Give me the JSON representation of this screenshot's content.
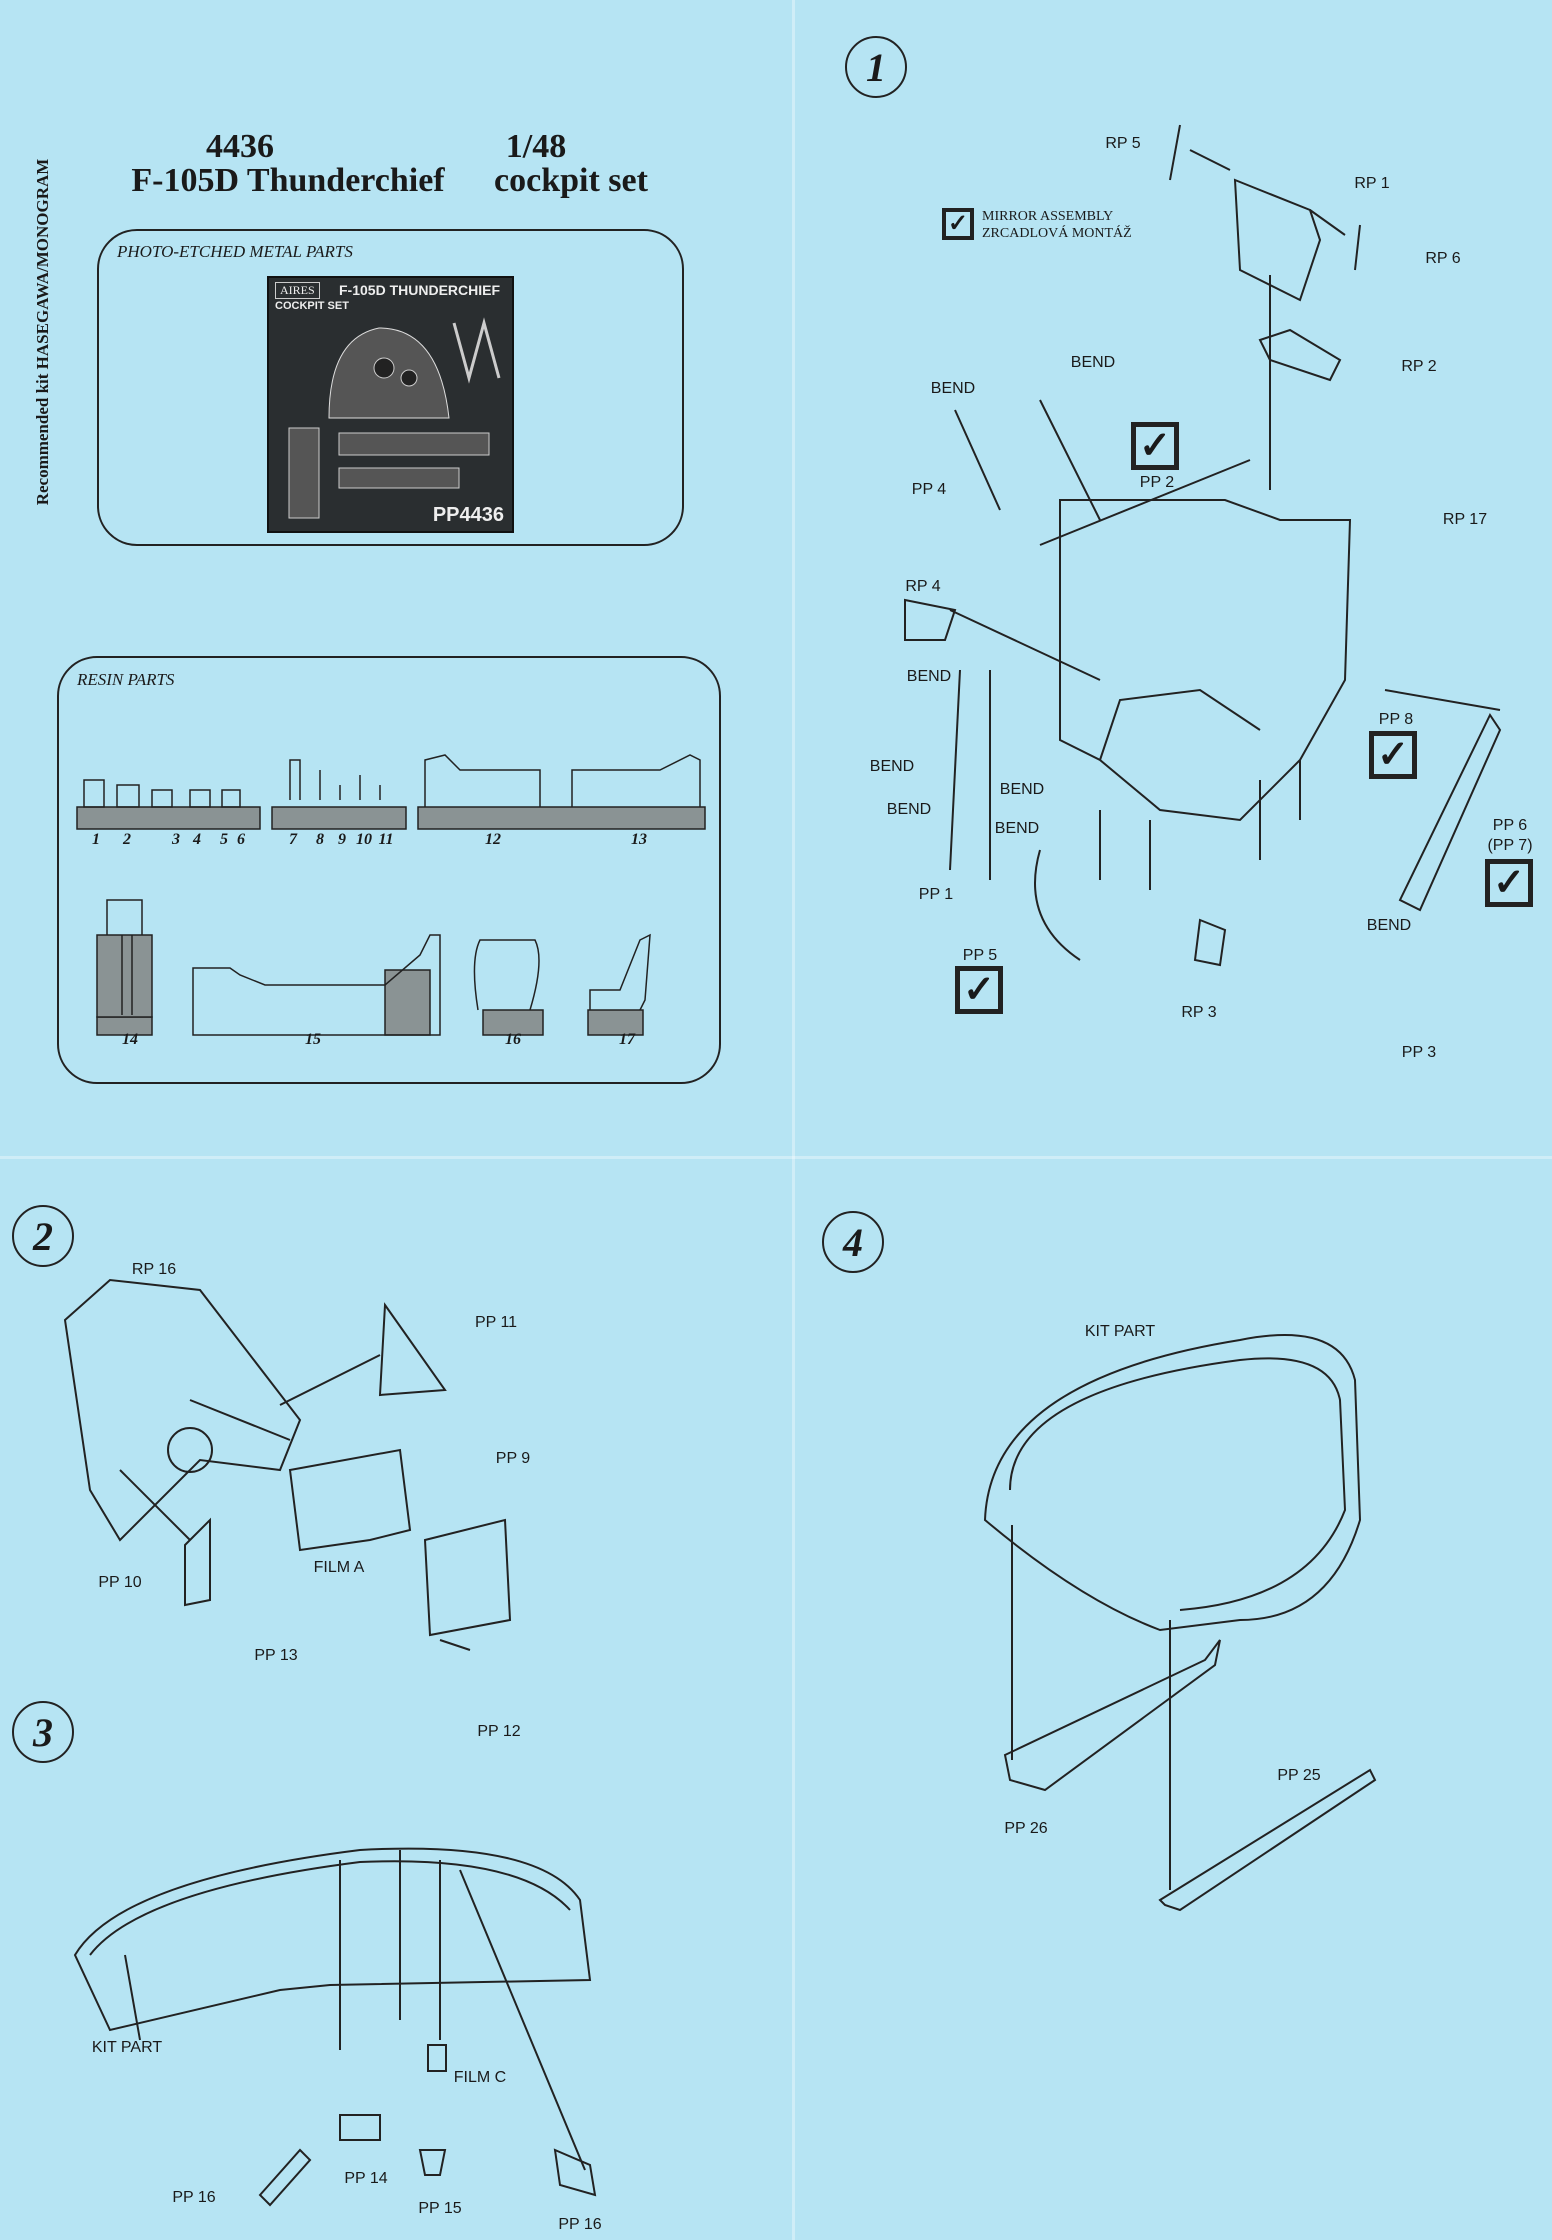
{
  "header": {
    "recommended_kit": "Recommended kit HASEGAWA/MONOGRAM",
    "catalog_number": "4436",
    "model_name": "F-105D Thunderchief",
    "scale": "1/48",
    "set_type": "cockpit set"
  },
  "photo_etched": {
    "title": "PHOTO-ETCHED METAL PARTS",
    "fret_brand": "AIRES",
    "fret_title": "F-105D THUNDERCHIEF",
    "fret_subtitle": "COCKPIT SET",
    "fret_code": "PP4436"
  },
  "resin": {
    "title": "RESIN PARTS",
    "part_numbers": [
      "1",
      "2",
      "3",
      "4",
      "5",
      "6",
      "7",
      "8",
      "9",
      "10",
      "11",
      "12",
      "13",
      "14",
      "15",
      "16",
      "17"
    ]
  },
  "steps": {
    "step1": {
      "number": "1",
      "mirror_line1": "MIRROR  ASSEMBLY",
      "mirror_line2": "ZRCADLOVÁ MONTÁŽ",
      "labels": [
        "RP 5",
        "RP 1",
        "RP 6",
        "RP 2",
        "BEND",
        "BEND",
        "PP 4",
        "PP 2",
        "RP 17",
        "RP 4",
        "BEND",
        "PP 8",
        "BEND",
        "BEND",
        "BEND",
        "BEND",
        "PP 6",
        "(PP 7)",
        "BEND",
        "PP 1",
        "PP 5",
        "RP 3",
        "PP 3"
      ]
    },
    "step2": {
      "number": "2",
      "labels": [
        "RP 16",
        "PP 11",
        "PP 9",
        "FILM A",
        "PP 10",
        "PP 13",
        "PP 12"
      ]
    },
    "step3": {
      "number": "3",
      "labels": [
        "KIT PART",
        "FILM C",
        "PP 16",
        "PP 14",
        "PP 15",
        "PP 16"
      ]
    },
    "step4": {
      "number": "4",
      "labels": [
        "KIT PART",
        "PP 26",
        "PP 25"
      ]
    }
  },
  "check_glyph": "✓",
  "colors": {
    "paper": "#b6e4f3",
    "ink": "#1a1a1a"
  }
}
